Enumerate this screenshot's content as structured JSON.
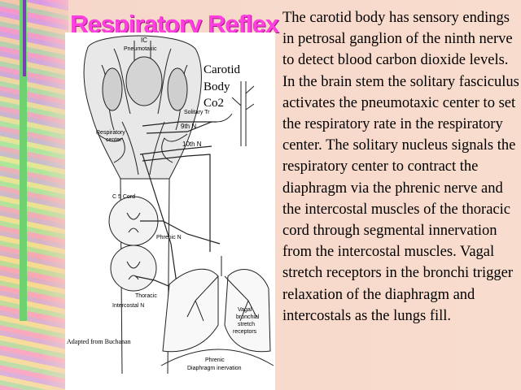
{
  "slide": {
    "title": "Respiratory Reflex",
    "description": "The carotid body has sensory endings in petrosal ganglion of the ninth nerve to detect blood carbon dioxide levels.   In the brain stem the solitary fasciculus activates the pneumotaxic center to set the respiratory rate in the respiratory center.   The solitary nucleus signals the respiratory center to contract the diaphragm via the phrenic nerve  and the intercostal muscles of the thoracic cord through segmental innervation from the intercostal muscles.  Vagal stretch receptors in the bronchi trigger relaxation of the diaphragm  and intercostals as the lungs fill."
  },
  "diagram": {
    "labels": {
      "ic": "IC",
      "pneumotaxic": "Pneumotaxic",
      "carotid": "Carotid",
      "body": "Body",
      "co2": "Co2",
      "solitary_tr": "Solitary Tr",
      "ninth_n": "9th N",
      "tenth_n": "10th N",
      "respiratory_center_1": "Respiratory",
      "respiratory_center_2": "center",
      "c5_cord": "C 5 Cord",
      "phrenic_n": "Phrenic N",
      "thoracic": "Thoracic",
      "intercostal_n": "Intercostal N",
      "vagal_1": "Vagal",
      "vagal_2": "bronchial",
      "vagal_3": "stretch",
      "vagal_4": "receptors",
      "phrenic_bottom": "Phrenic",
      "diaphragm_inervation": "Diaphragm inervation",
      "credit": "Adapted from Buchanan"
    }
  },
  "colors": {
    "title": "#ff3fe0",
    "background": "#f6d7c9",
    "stripe_green": "#6fd070",
    "stripe_purple": "#7a3fb6"
  }
}
